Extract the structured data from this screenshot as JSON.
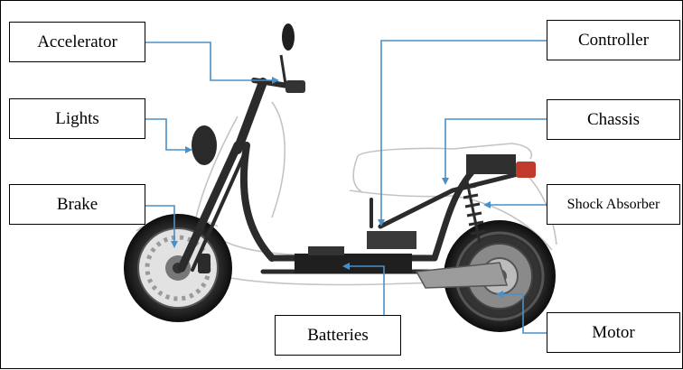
{
  "labels": {
    "accelerator": "Accelerator",
    "lights": "Lights",
    "brake": "Brake",
    "controller": "Controller",
    "chassis": "Chassis",
    "shock_absorber": "Shock Absorber",
    "batteries": "Batteries",
    "motor": "Motor"
  },
  "colors": {
    "leader_line": "#4a90c8",
    "box_border": "#000000",
    "frame_metal": "#2b2b2b",
    "body_outline": "#bdbdbd",
    "tire": "#1a1a1a",
    "taillight": "#c0392b"
  }
}
